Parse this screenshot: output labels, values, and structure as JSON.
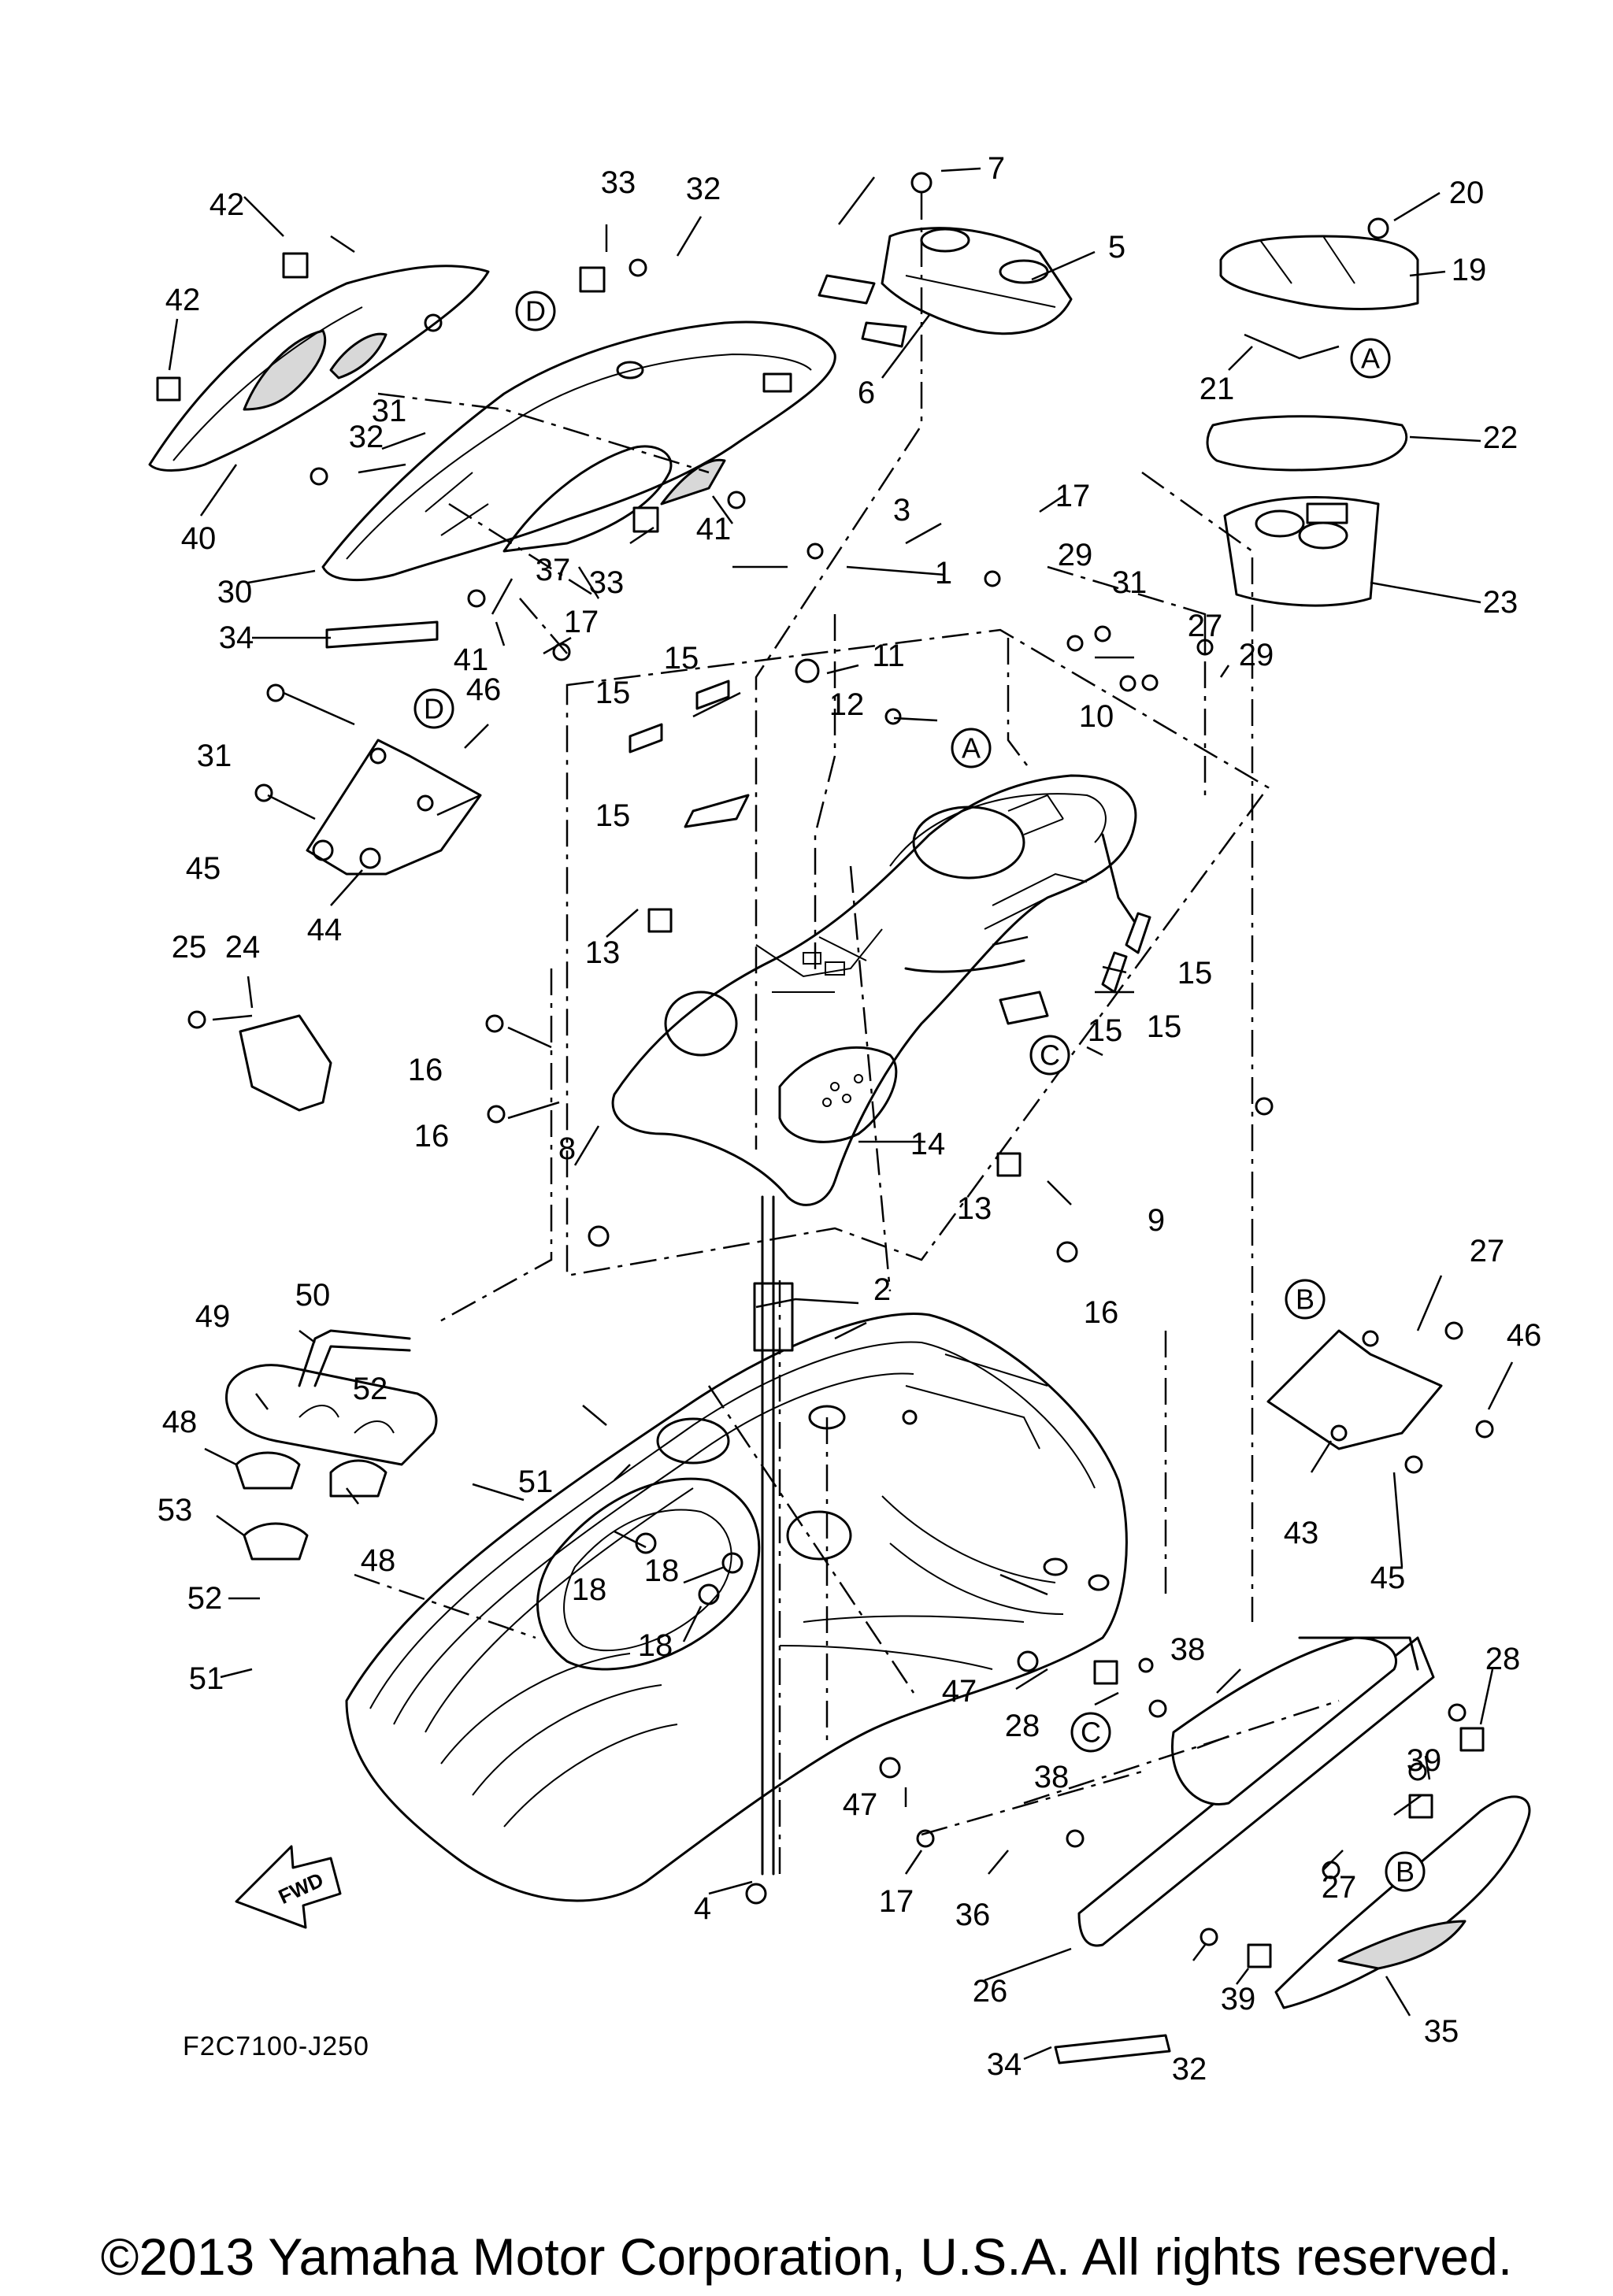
{
  "diagram": {
    "drawing_code": "F2C7100-J250",
    "copyright": "©2013 Yamaha Motor Corporation, U.S.A. All rights reserved.",
    "fwd_label": "FWD",
    "ref_letters": {
      "A": "A",
      "B": "B",
      "C": "C",
      "D": "D"
    },
    "callouts": {
      "c1": "1",
      "c2": "2",
      "c3": "3",
      "c4": "4",
      "c5": "5",
      "c6": "6",
      "c7": "7",
      "c8": "8",
      "c9": "9",
      "c10": "10",
      "c11": "11",
      "c12": "12",
      "c13": "13",
      "c14": "14",
      "c15": "15",
      "c16": "16",
      "c17": "17",
      "c18": "18",
      "c19": "19",
      "c20": "20",
      "c21": "21",
      "c22": "22",
      "c23": "23",
      "c24": "24",
      "c25": "25",
      "c26": "26",
      "c27": "27",
      "c28": "28",
      "c29": "29",
      "c30": "30",
      "c31": "31",
      "c32": "32",
      "c33": "33",
      "c34": "34",
      "c35": "35",
      "c36": "36",
      "c37": "37",
      "c38": "38",
      "c39": "39",
      "c40": "40",
      "c41": "41",
      "c42": "42",
      "c43": "43",
      "c44": "44",
      "c45": "45",
      "c46": "46",
      "c47": "47",
      "c48": "48",
      "c49": "49",
      "c50": "50",
      "c51": "51",
      "c52": "52",
      "c53": "53"
    }
  }
}
